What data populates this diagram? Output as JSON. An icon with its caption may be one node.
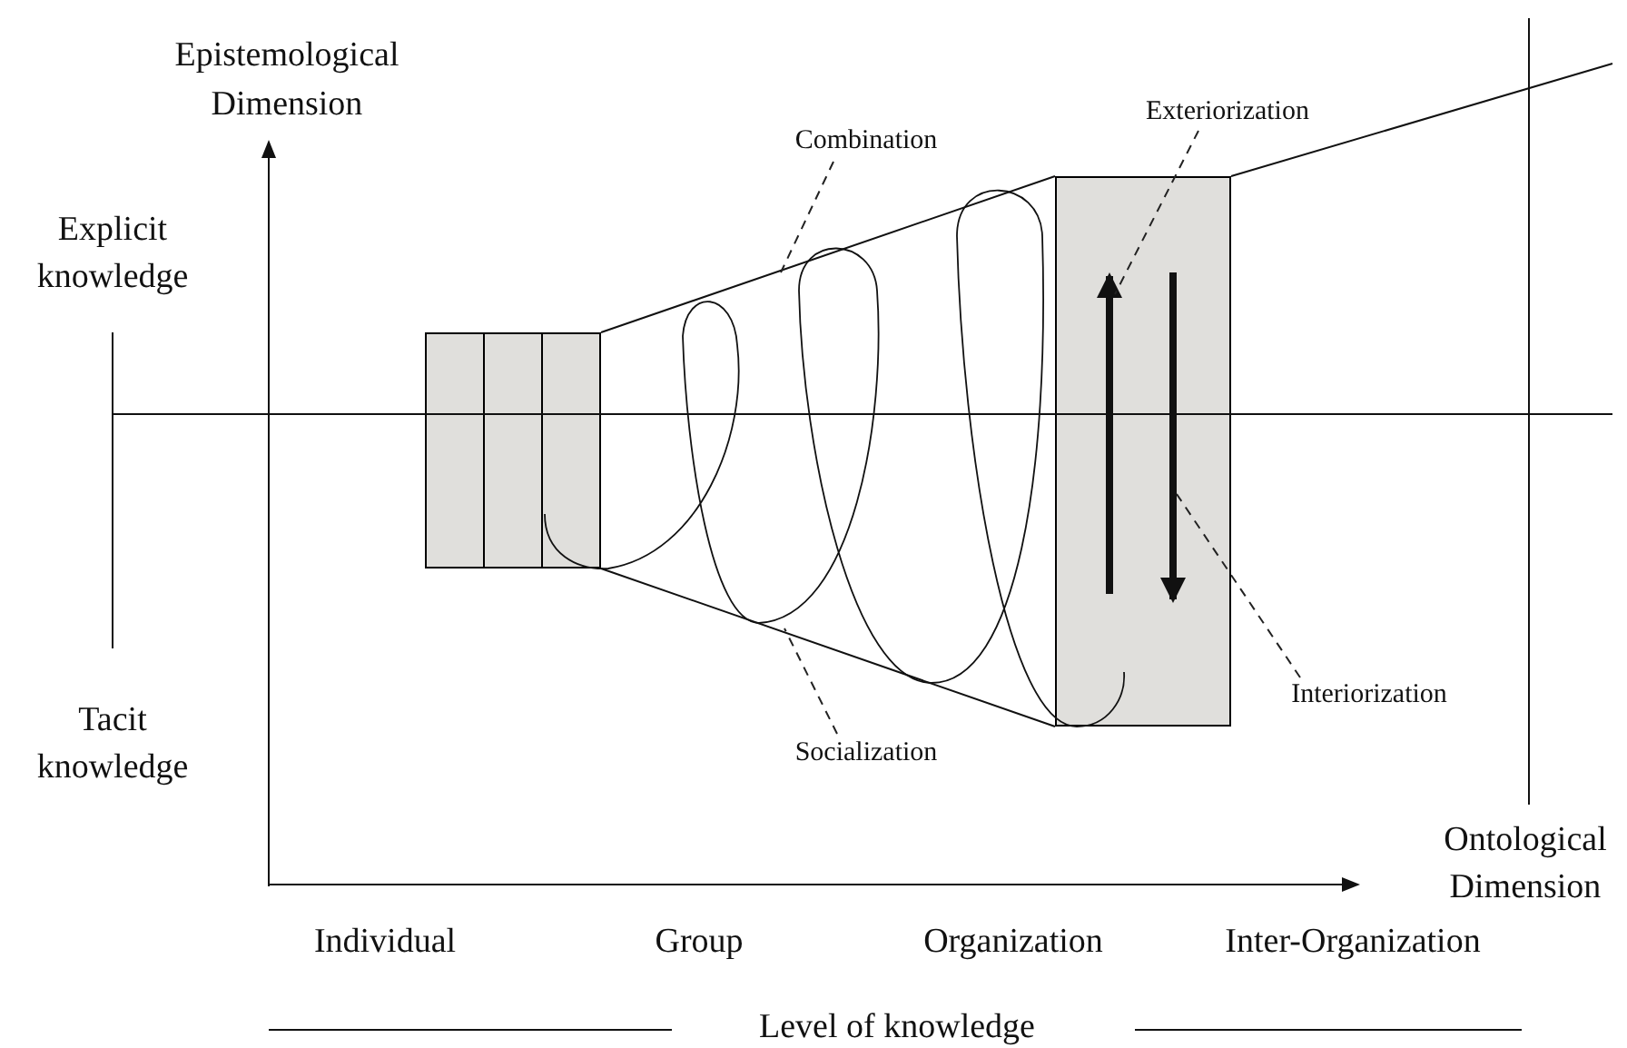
{
  "diagram": {
    "nodes": [
      {
        "text": [
          "Combination"
        ]
      },
      {
        "text": [
          "Exteriorization"
        ]
      },
      {
        "text": [
          "Socialization"
        ]
      },
      {
        "text": [
          "Interiorization"
        ]
      },
      {
        "text": [],
        "shape": "box"
      },
      {
        "text": [],
        "shape": "box"
      },
      {
        "text": [],
        "shape": "box"
      },
      {
        "text": [],
        "shape": "box"
      }
    ],
    "edges": [
      {
        "from": 0,
        "to": null,
        "arrow": "none",
        "style": "dashed"
      },
      {
        "from": 1,
        "to": 7,
        "arrow": "none",
        "style": "dashed"
      },
      {
        "from": 2,
        "to": null,
        "arrow": "none",
        "style": "dashed"
      },
      {
        "from": 3,
        "to": 7,
        "arrow": "none",
        "style": "dashed"
      }
    ],
    "labels": [
      "Epistemological Dimension",
      "Explicit knowledge",
      "Tacit knowledge",
      "Ontological Dimension",
      "Individual",
      "Group",
      "Organization",
      "Inter-Organization",
      "Level of knowledge"
    ]
  }
}
